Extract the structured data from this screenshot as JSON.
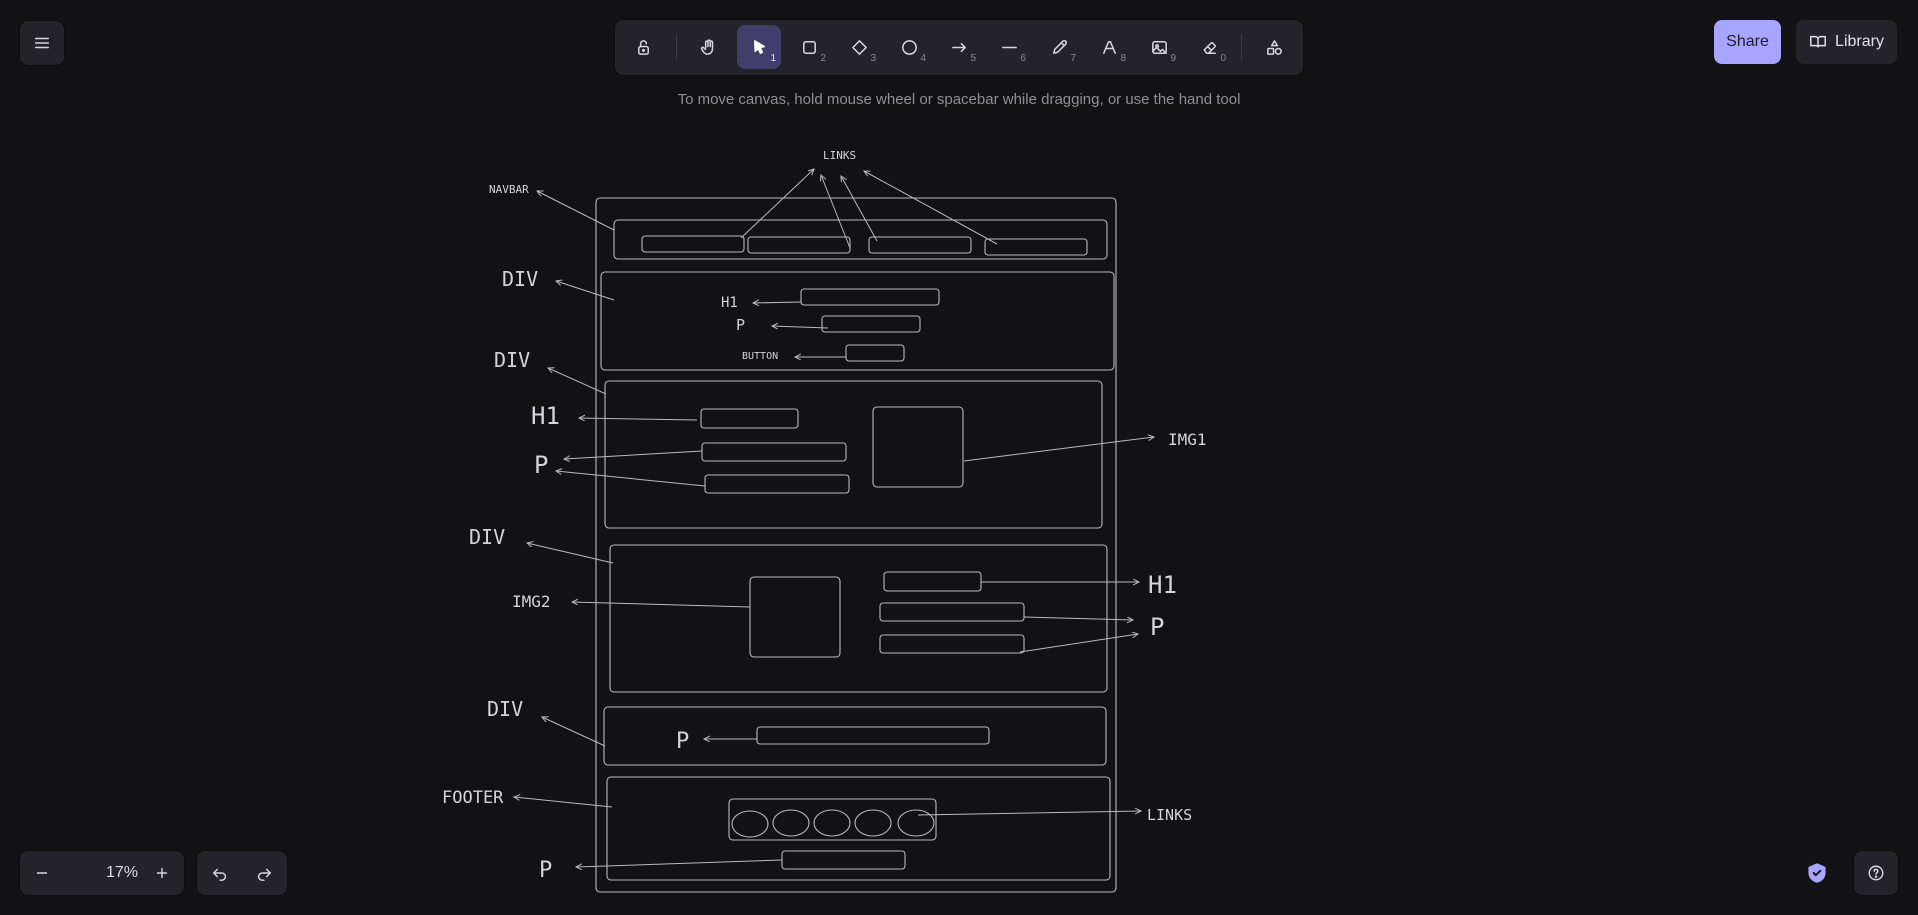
{
  "toolbar": {
    "tools": [
      {
        "name": "lock-tool",
        "icon": "unlock-icon",
        "key": ""
      },
      {
        "name": "hand-tool",
        "icon": "hand-icon",
        "key": ""
      },
      {
        "name": "selection-tool",
        "icon": "pointer-icon",
        "key": "1",
        "active": true
      },
      {
        "name": "rectangle-tool",
        "icon": "square-icon",
        "key": "2"
      },
      {
        "name": "diamond-tool",
        "icon": "diamond-icon",
        "key": "3"
      },
      {
        "name": "ellipse-tool",
        "icon": "circle-icon",
        "key": "4"
      },
      {
        "name": "arrow-tool",
        "icon": "arrow-right-icon",
        "key": "5"
      },
      {
        "name": "line-tool",
        "icon": "line-icon",
        "key": "6"
      },
      {
        "name": "draw-tool",
        "icon": "pencil-icon",
        "key": "7"
      },
      {
        "name": "text-tool",
        "icon": "text-icon",
        "key": "8"
      },
      {
        "name": "image-tool",
        "icon": "image-icon",
        "key": "9"
      },
      {
        "name": "eraser-tool",
        "icon": "eraser-icon",
        "key": "0"
      },
      {
        "name": "extra-tools",
        "icon": "shapes-icon",
        "key": ""
      }
    ]
  },
  "hint": "To move canvas, hold mouse wheel or spacebar while dragging, or use the hand tool",
  "header": {
    "share_label": "Share",
    "library_label": "Library"
  },
  "zoom": {
    "value": "17%"
  },
  "colors": {
    "background": "#121214",
    "panel": "#232329",
    "accent": "#a8a5ff",
    "active_tool": "#403e6a",
    "stroke": "#b9b9c0"
  },
  "canvas_labels": {
    "links_top": "LINKS",
    "navbar": "NAVBAR",
    "div_1": "DIV",
    "h1_small": "H1",
    "p_small": "P",
    "button": "BUTTON",
    "div_2": "DIV",
    "h1_2": "H1",
    "p_2": "P",
    "img1": "IMG1",
    "div_3": "DIV",
    "img2": "IMG2",
    "h1_3": "H1",
    "p_3": "P",
    "div_4": "DIV",
    "p_4": "P",
    "footer": "FOOTER",
    "links_footer": "LINKS",
    "p_footer": "P"
  }
}
